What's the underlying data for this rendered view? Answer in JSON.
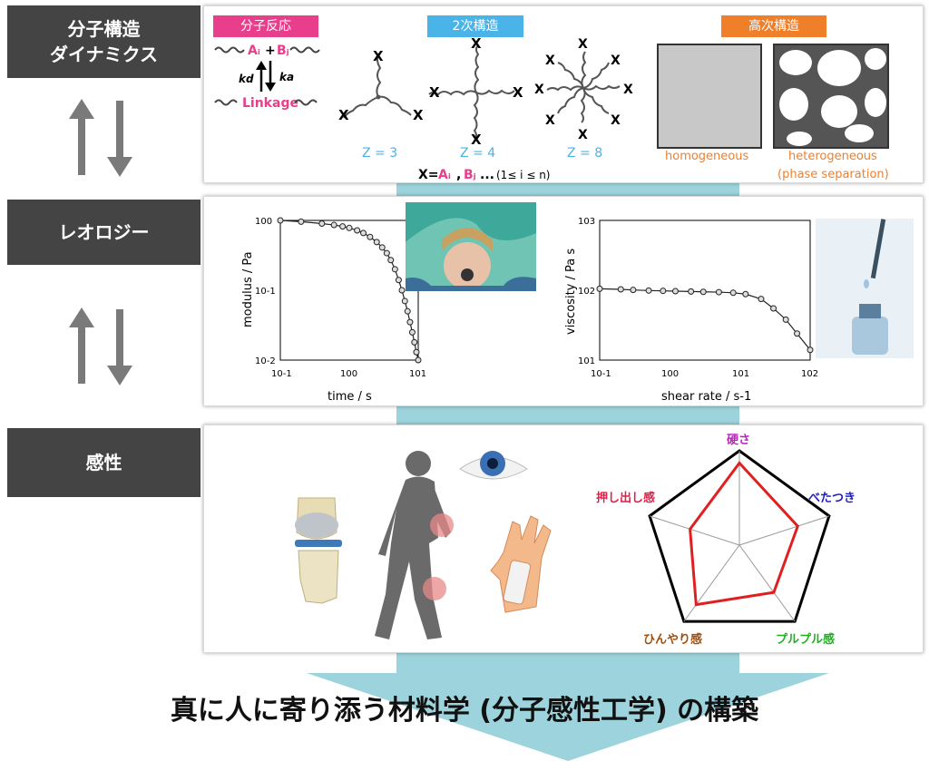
{
  "labels": {
    "structure_line1": "分子構造",
    "structure_line2": "ダイナミクス",
    "rheology": "レオロジー",
    "sensibility": "感性"
  },
  "colors": {
    "label_bg": "#444444",
    "band": "#9dd3dc",
    "pink": "#e83e8c",
    "cyan": "#4ab3e8",
    "orange": "#f07f2a",
    "red": "#e02020"
  },
  "molecule": {
    "tag_reaction": "分子反応",
    "tag_secondary": "2次構造",
    "tag_higher": "高次構造",
    "ai": "Aᵢ",
    "plus": "+",
    "bj": "Bⱼ",
    "kd": "kd",
    "ka": "ka",
    "linkage": "Linkage",
    "x_mark": "X",
    "z3": "Z = 3",
    "z4": "Z = 4",
    "z8": "Z = 8",
    "x_def_prefix": "X= ",
    "x_def_ai": "Aᵢ",
    "x_def_comma": ", ",
    "x_def_bj": "Bⱼ",
    "x_def_dots": "...",
    "x_def_range": "(1≤ i ≤ n)",
    "homogeneous": "homogeneous",
    "heterogeneous_1": "heterogeneous",
    "heterogeneous_2": "(phase separation)"
  },
  "chart_data": [
    {
      "type": "scatter",
      "title": "",
      "xlabel": "time / s",
      "ylabel": "modulus / Pa",
      "xscale": "log",
      "yscale": "log",
      "xlim": [
        0.1,
        10
      ],
      "ylim": [
        0.01,
        1
      ],
      "xticks": [
        "10-1",
        "100",
        "101"
      ],
      "yticks": [
        "10-2",
        "10-1",
        "100"
      ],
      "x": [
        0.1,
        0.2,
        0.4,
        0.6,
        0.8,
        1.0,
        1.3,
        1.6,
        2.0,
        2.5,
        3.0,
        3.5,
        4.0,
        4.6,
        5.2,
        5.8,
        6.4,
        7.0,
        7.6,
        8.2,
        8.8,
        9.4,
        10.0
      ],
      "y": [
        1.0,
        0.96,
        0.9,
        0.86,
        0.82,
        0.78,
        0.72,
        0.66,
        0.58,
        0.49,
        0.41,
        0.34,
        0.27,
        0.2,
        0.14,
        0.1,
        0.07,
        0.05,
        0.035,
        0.025,
        0.018,
        0.013,
        0.01
      ]
    },
    {
      "type": "scatter",
      "title": "",
      "xlabel": "shear rate / s-1",
      "ylabel": "viscosity / Pa s",
      "xscale": "log",
      "yscale": "log",
      "xlim": [
        0.1,
        100
      ],
      "ylim": [
        10,
        1000
      ],
      "xticks": [
        "10-1",
        "100",
        "101",
        "102"
      ],
      "yticks": [
        "101",
        "102",
        "103"
      ],
      "x": [
        0.1,
        0.2,
        0.3,
        0.5,
        0.8,
        1.2,
        2.0,
        3.0,
        5.0,
        8.0,
        12,
        20,
        30,
        45,
        65,
        100
      ],
      "y": [
        105,
        103,
        101,
        99,
        98,
        97,
        96,
        95,
        94,
        92,
        88,
        75,
        55,
        38,
        24,
        14
      ]
    },
    {
      "type": "radar",
      "title": "",
      "axes": [
        "硬さ",
        "べたつき",
        "プルプル感",
        "ひんやり感",
        "押し出し感"
      ],
      "axis_colors": [
        "#c020c0",
        "#2020c0",
        "#20b020",
        "#a05010",
        "#e0204a"
      ],
      "max": 1.0,
      "values": [
        0.87,
        0.65,
        0.62,
        0.78,
        0.55
      ]
    }
  ],
  "footer": {
    "title": "真に人に寄り添う材料学 (分子感性工学) の構築"
  }
}
